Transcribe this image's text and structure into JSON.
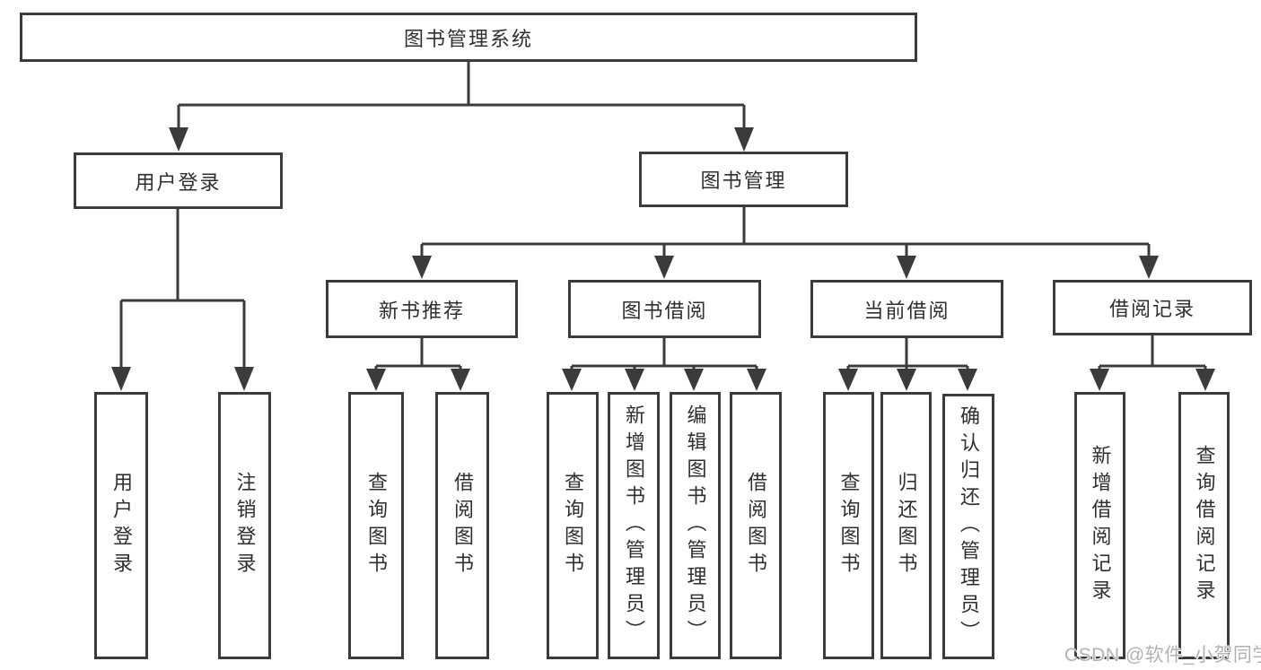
{
  "diagram": {
    "root": {
      "label": "图书管理系统"
    },
    "level2": [
      {
        "label": "用户登录"
      },
      {
        "label": "图书管理"
      }
    ],
    "level3": [
      {
        "label": "新书推荐"
      },
      {
        "label": "图书借阅"
      },
      {
        "label": "当前借阅"
      },
      {
        "label": "借阅记录"
      }
    ],
    "leaves": [
      {
        "label": "用户登录"
      },
      {
        "label": "注销登录"
      },
      {
        "label": "查询图书"
      },
      {
        "label": "借阅图书"
      },
      {
        "label": "查询图书"
      },
      {
        "label": "新增图书（管理员）"
      },
      {
        "label": "编辑图书（管理员）"
      },
      {
        "label": "借阅图书"
      },
      {
        "label": "查询图书"
      },
      {
        "label": "归还图书"
      },
      {
        "label": "确认归还（管理员）"
      },
      {
        "label": "新增借阅记录"
      },
      {
        "label": "查询借阅记录"
      }
    ]
  },
  "watermark": {
    "text": "CSDN @软件_小贺同学"
  },
  "colors": {
    "line": "#3b3b3b",
    "text": "#2f2f2f",
    "box_background": "#ffffff",
    "page_background": "#ffffff",
    "watermark": "#b2b2b5"
  }
}
